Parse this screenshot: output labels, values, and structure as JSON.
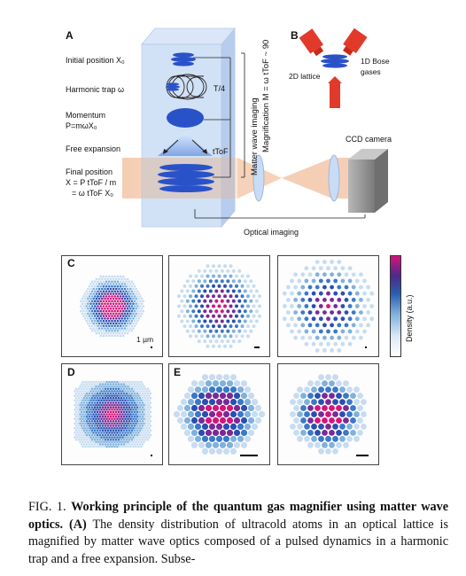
{
  "panelA": {
    "letter": "A",
    "labels": {
      "initial_position": "Initial position X₀",
      "harmonic_trap": "Harmonic trap ω",
      "momentum_line1": "Momentum",
      "momentum_line2": "P=mωX₀",
      "free_expansion": "Free expansion",
      "final_line1": "Final position",
      "final_line2": "X = P tToF / m",
      "final_line3": "= ω tToF X₀",
      "t_quarter": "T/4",
      "t_tof": "tToF",
      "matter_wave_imaging": "Matter wave imaging",
      "magnification": "Magnification M = ω tToF ~ 90",
      "ccd_camera": "CCD camera",
      "optical_imaging": "Optical imaging"
    }
  },
  "panelB": {
    "letter": "B",
    "labels": {
      "lattice_2d": "2D lattice",
      "bose_line1": "1D Bose",
      "bose_line2": "gases"
    }
  },
  "panelC": {
    "letter": "C",
    "scale": "1 µm"
  },
  "panelD": {
    "letter": "D"
  },
  "panelE": {
    "letter": "E"
  },
  "colorbar": {
    "label": "Density (a.u.)"
  },
  "caption": {
    "prefix": "FIG. 1.",
    "bold": "Working principle of the quantum gas magnifier using matter wave optics.",
    "panel_ref": "(A)",
    "body": "The density distribution of ultracold atoms in an optical lattice is magnified by matter wave optics composed of a pulsed dynamics in a harmonic trap and a free expansion. Subse-"
  },
  "colors": {
    "box_fill": "#c9dcf5",
    "atom_blue": "#2a52c8",
    "beam_orange": "#f3c7a8",
    "laser_red": "#e23a2a",
    "camera_gray": "#8a8a8a",
    "density_high": "#d4147a"
  }
}
